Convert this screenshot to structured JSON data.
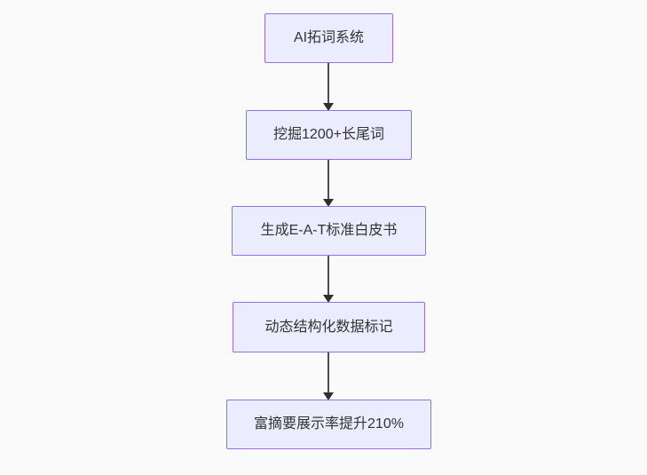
{
  "diagram": {
    "type": "flowchart",
    "direction": "top-down",
    "nodes": [
      {
        "id": "n1",
        "label": "AI拓词系统"
      },
      {
        "id": "n2",
        "label": "挖掘1200+长尾词"
      },
      {
        "id": "n3",
        "label": "生成E-A-T标准白皮书"
      },
      {
        "id": "n4",
        "label": "动态结构化数据标记"
      },
      {
        "id": "n5",
        "label": "富摘要展示率提升210%"
      }
    ],
    "edges": [
      {
        "from": "n1",
        "to": "n2",
        "style": "arrow-down"
      },
      {
        "from": "n2",
        "to": "n3",
        "style": "arrow-down"
      },
      {
        "from": "n3",
        "to": "n4",
        "style": "arrow-down"
      },
      {
        "from": "n4",
        "to": "n5",
        "style": "arrow-down"
      }
    ],
    "colors": {
      "background": "#fafafa",
      "node_fill": "#ECECFF",
      "node_border": "#9370DB",
      "text": "#333333",
      "arrow_line": "#4d4d4d",
      "arrow_head": "#2f2f2f"
    }
  }
}
